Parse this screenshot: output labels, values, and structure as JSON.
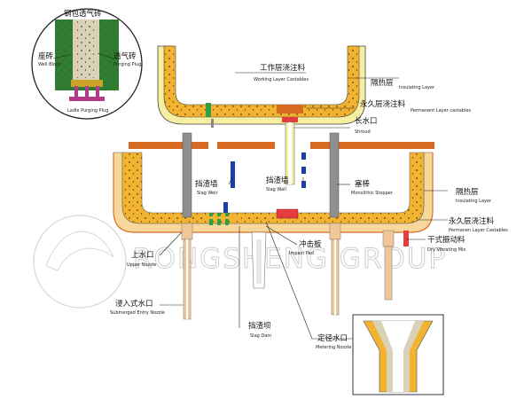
{
  "watermark": "RONGSHENG GROUP",
  "colors": {
    "working_layer": "#f2b430",
    "insulating_layer": "#f6eea0",
    "permanent_layer": "#f7d89a",
    "steel_shell": "#d86b23",
    "plug_green": "#2f9e44",
    "stopper_gray": "#8f8f8f",
    "weir_blue": "#1f3fa8",
    "impact_pad": "#e53d3d",
    "nozzle_tan": "#f1c79a"
  },
  "inset": {
    "title_cn": "钢包透气砖",
    "well_block_cn": "座砖",
    "well_block_en": "Well Block",
    "purging_plug_cn": "透气砖",
    "purging_plug_en": "Purging Plug",
    "caption": "Ladle Purging Plug"
  },
  "labels": {
    "working_layer": {
      "cn": "工作层浇注料",
      "en": "Working Layer Castables"
    },
    "insulating_ladle": {
      "cn": "隔热层",
      "en": "Insulating Layer"
    },
    "permanent_ladle": {
      "cn": "永久层浇注料",
      "en": "Permanent Layer castables"
    },
    "shroud": {
      "cn": "长水口",
      "en": "Shroud"
    },
    "slag_weir": {
      "cn": "挡渣墙",
      "en": "Slag Weir"
    },
    "slag_wall": {
      "cn": "挡渣墙",
      "en": "Slag Wall"
    },
    "stopper": {
      "cn": "塞棒",
      "en": "Monolithic Stopper"
    },
    "insulating_tundish": {
      "cn": "隔热层",
      "en": "Insulating Layer"
    },
    "permanent_tundish": {
      "cn": "永久层浇注料",
      "en": "Permanen Layer Castables"
    },
    "dry_vibrating": {
      "cn": "干式振动料",
      "en": "Dry Vibrating Mix"
    },
    "impact_pad": {
      "cn": "冲击板",
      "en": "Impact Pad"
    },
    "upper_nozzle": {
      "cn": "上水口",
      "en": "Upper Nozzle"
    },
    "sen": {
      "cn": "浸入式水口",
      "en": "Submerged Entry Nozzle"
    },
    "slag_dam": {
      "cn": "挡渣坝",
      "en": "Slag Dam"
    },
    "metering": {
      "cn": "定径水口",
      "en": "Metering Nozzle"
    }
  }
}
